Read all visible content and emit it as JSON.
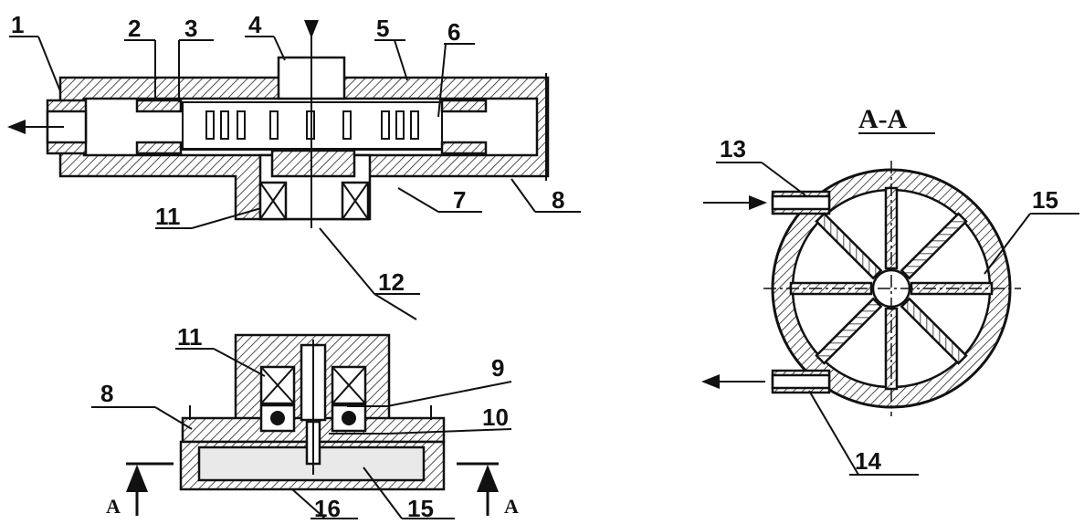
{
  "diagram": {
    "section_title": "A-A",
    "cut_marker": "A",
    "labels": [
      "1",
      "2",
      "3",
      "4",
      "5",
      "6",
      "7",
      "8",
      "11",
      "12",
      "11",
      "9",
      "8",
      "10",
      "16",
      "15",
      "13",
      "14",
      "15"
    ]
  }
}
